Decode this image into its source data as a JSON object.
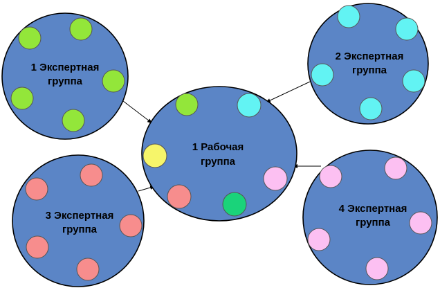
{
  "colors": {
    "group_fill": "#5b85c6",
    "green": "#93e63a",
    "cyan": "#62f3f3",
    "yellow": "#f6f56a",
    "red": "#f78d8d",
    "pink": "#fcc0f2",
    "dark_green": "#1ad37a"
  },
  "groups": [
    {
      "id": "expert-1",
      "line1": "1 Экспертная",
      "line2": "группа",
      "member_color": "green"
    },
    {
      "id": "expert-2",
      "line1": "2 Экспертная",
      "line2": "группа",
      "member_color": "cyan"
    },
    {
      "id": "expert-3",
      "line1": "3 Экспертная",
      "line2": "группа",
      "member_color": "red"
    },
    {
      "id": "expert-4",
      "line1": "4 Экспертная",
      "line2": "группа",
      "member_color": "pink"
    },
    {
      "id": "working-1",
      "line1": "1 Рабочая",
      "line2": "группа",
      "member_colors": [
        "green",
        "cyan",
        "yellow",
        "pink",
        "red",
        "dark_green"
      ]
    }
  ],
  "arrows": [
    {
      "from": "expert-1",
      "to": "working-1"
    },
    {
      "from": "expert-2",
      "to": "working-1"
    },
    {
      "from": "expert-3",
      "to": "working-1"
    },
    {
      "from": "expert-4",
      "to": "working-1"
    }
  ]
}
